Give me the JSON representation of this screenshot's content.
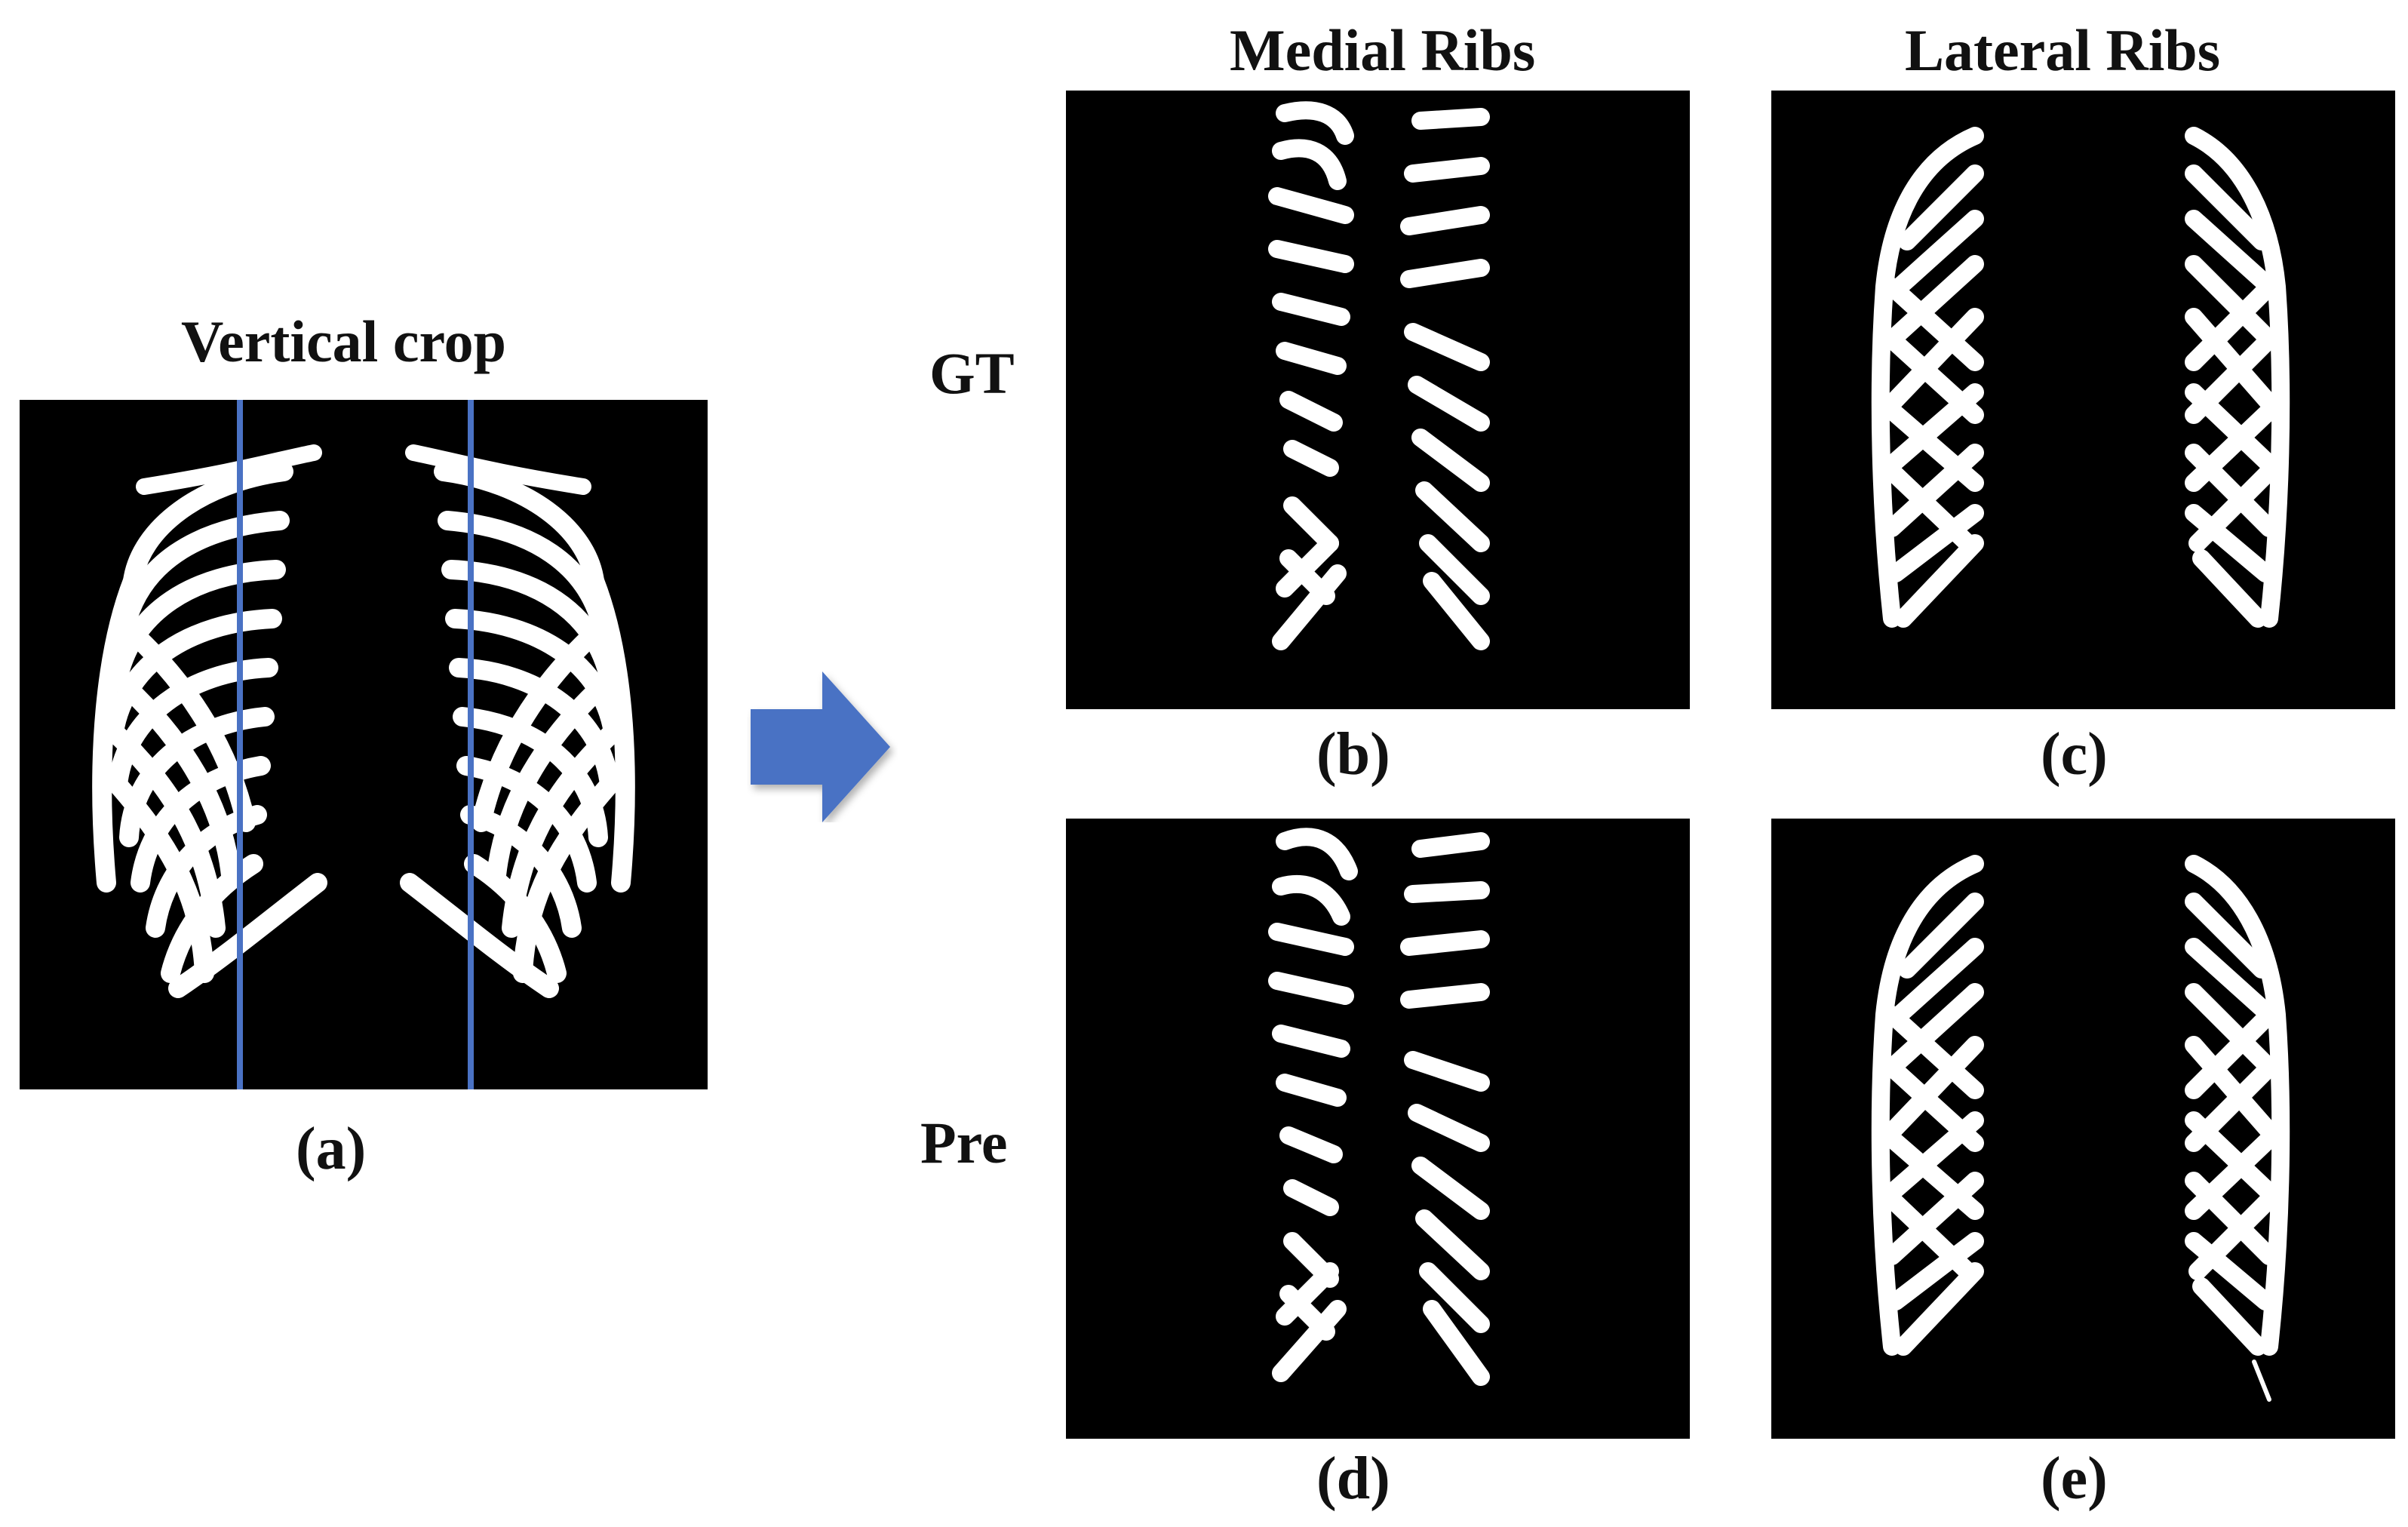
{
  "figure": {
    "panel_a": {
      "title": "Vertical crop",
      "caption": "(a)"
    },
    "columns": {
      "medial": "Medial Ribs",
      "lateral": "Lateral Ribs"
    },
    "rows": {
      "gt": "GT",
      "pre": "Pre"
    },
    "captions": {
      "b": "(b)",
      "c": "(c)",
      "d": "(d)",
      "e": "(e)"
    }
  },
  "colors": {
    "background": "#000000",
    "bone": "#ffffff",
    "crop_line": "#4a72c4",
    "arrow": "#4a72c4"
  },
  "icons": {
    "arrow": "right-arrow-icon"
  }
}
